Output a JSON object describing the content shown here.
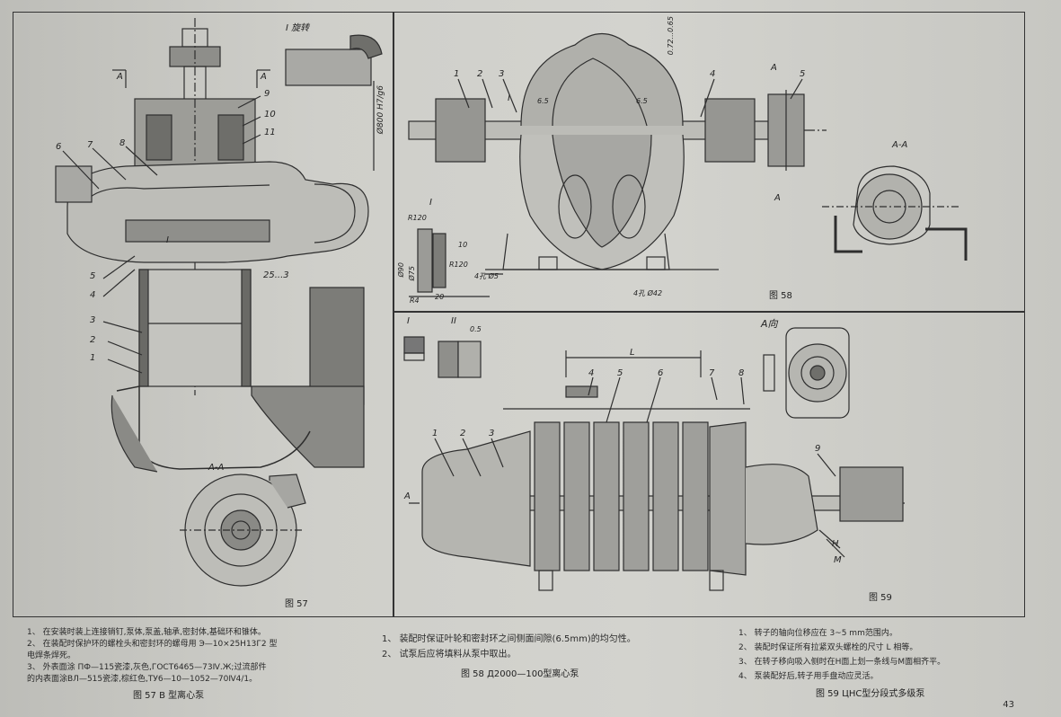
{
  "fig57": {
    "label": "图 57",
    "view_rotation": "I 旋转",
    "section_view": "A-A",
    "section_mark": "A",
    "detail_mark": "I",
    "dim_dia": "Ø800 H7/g6",
    "dim_gap": "25...3",
    "part_numbers": [
      "1",
      "2",
      "3",
      "4",
      "5",
      "6",
      "7",
      "8",
      "9",
      "10",
      "11"
    ]
  },
  "fig58": {
    "label": "图 58",
    "section_view": "A-A",
    "section_mark": "A",
    "detail_mark": "I",
    "dims": {
      "r120_a": "R120",
      "r120_b": "R120",
      "d90": "Ø90",
      "d75": "Ø75",
      "r4": "R4",
      "d10": "10",
      "d20": "20",
      "holes": "4孔 Ø5",
      "bolt": "4孔 Ø42",
      "gap": "0.72...0.65",
      "d65a": "6.5",
      "d65b": "6.5"
    },
    "part_numbers": [
      "1",
      "2",
      "3",
      "4",
      "5"
    ]
  },
  "fig59": {
    "label": "图 59",
    "view_a": "A向",
    "detail_marks": [
      "I",
      "II"
    ],
    "dim_l": "L",
    "dim_05": "0.5",
    "marks": [
      "A",
      "H",
      "M"
    ],
    "part_numbers": [
      "1",
      "2",
      "3",
      "4",
      "5",
      "6",
      "7",
      "8",
      "9"
    ]
  },
  "notes57": [
    "1、 在安装时装上连接销钉,泵体,泵盖,轴承,密封体,基础环和锥体。",
    "2、 在装配时保护环的螺栓头和密封环的螺母用 Э—10×25Н13Г2 型",
    "电焊条焊死。",
    "3、 外表面涂 ПФ—115瓷漆,灰色,ГОСТ6465—73Ⅳ.Ж;过流部件",
    "的内表面涂ВЛ—515瓷漆,棕红色,ТУ6—10—1052—70Ⅳ4/1。"
  ],
  "caption57": "图 57 B 型离心泵",
  "notes58": [
    "1、 装配时保证叶轮和密封环之间侧面间隙(6.5mm)的均匀性。",
    "2、 试泵后应将填料从泵中取出。"
  ],
  "caption58": "图 58 Д2000—100型离心泵",
  "notes59": [
    "1、 转子的轴向位移应在 3~5 mm范围内。",
    "2、 装配时保证所有拉紧双头螺栓的尺寸 L 相等。",
    "3、 在转子移向吸入侧时在H面上划一条线与M面相齐平。",
    "4、 泵装配好后,转子用手盘动应灵活。"
  ],
  "caption59": "图 59 ЦНС型分段式多级泵",
  "page_number": "43"
}
